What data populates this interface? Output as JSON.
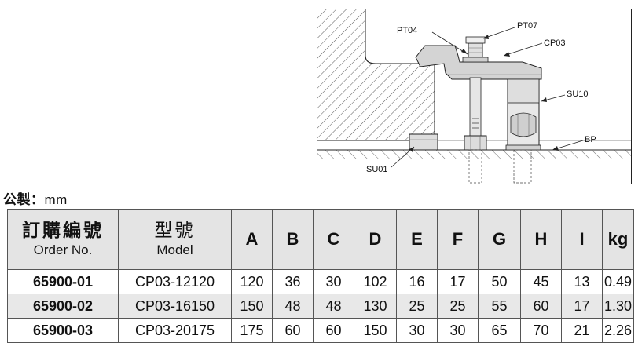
{
  "diagram": {
    "labels": {
      "pt04": "PT04",
      "pt07": "PT07",
      "cp03": "CP03",
      "su10": "SU10",
      "su01": "SU01",
      "bp": "BP"
    }
  },
  "unit": {
    "label": "公製：",
    "value": "mm"
  },
  "table": {
    "headers": {
      "order_zh": "訂購編號",
      "order_en": "Order No.",
      "model_zh": "型號",
      "model_en": "Model",
      "cols": [
        "A",
        "B",
        "C",
        "D",
        "E",
        "F",
        "G",
        "H",
        "I",
        "kg"
      ]
    },
    "rows": [
      {
        "order": "65900-01",
        "model": "CP03-12120",
        "values": [
          "120",
          "36",
          "30",
          "102",
          "16",
          "17",
          "50",
          "45",
          "13",
          "0.49"
        ]
      },
      {
        "order": "65900-02",
        "model": "CP03-16150",
        "values": [
          "150",
          "48",
          "48",
          "130",
          "25",
          "25",
          "55",
          "60",
          "17",
          "1.30"
        ]
      },
      {
        "order": "65900-03",
        "model": "CP03-20175",
        "values": [
          "175",
          "60",
          "60",
          "150",
          "30",
          "30",
          "65",
          "70",
          "21",
          "2.26"
        ]
      }
    ]
  }
}
